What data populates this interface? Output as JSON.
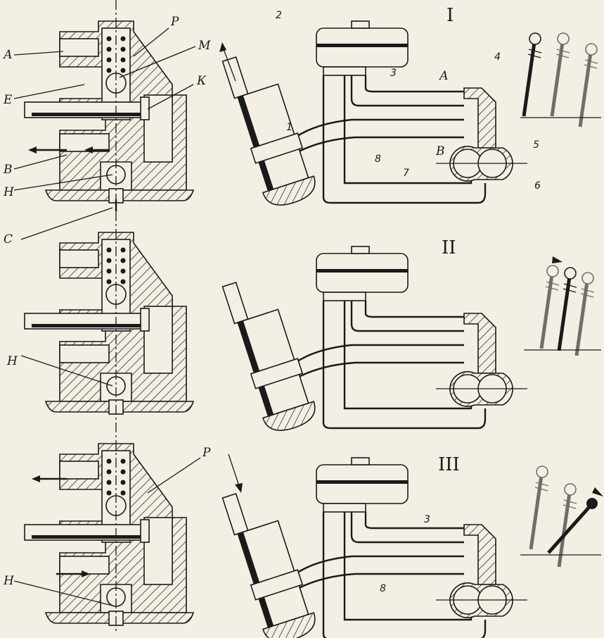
{
  "figure": {
    "panels": [
      {
        "roman": "I",
        "valve_labels": [
          "А",
          "Р",
          "М",
          "Е",
          "К",
          "В",
          "Н"
        ],
        "pump_labels": [
          "2",
          "3",
          "4",
          "1",
          "А",
          "5",
          "8",
          "В",
          "7",
          "6"
        ]
      },
      {
        "roman": "II",
        "valve_labels": [
          "С",
          "Н"
        ]
      },
      {
        "roman": "III",
        "valve_labels": [
          "Р",
          "Н"
        ],
        "pump_labels": [
          "3",
          "8"
        ]
      }
    ]
  },
  "colors": {
    "ink": "#1a1a1a",
    "paper": "#f3efe4"
  }
}
